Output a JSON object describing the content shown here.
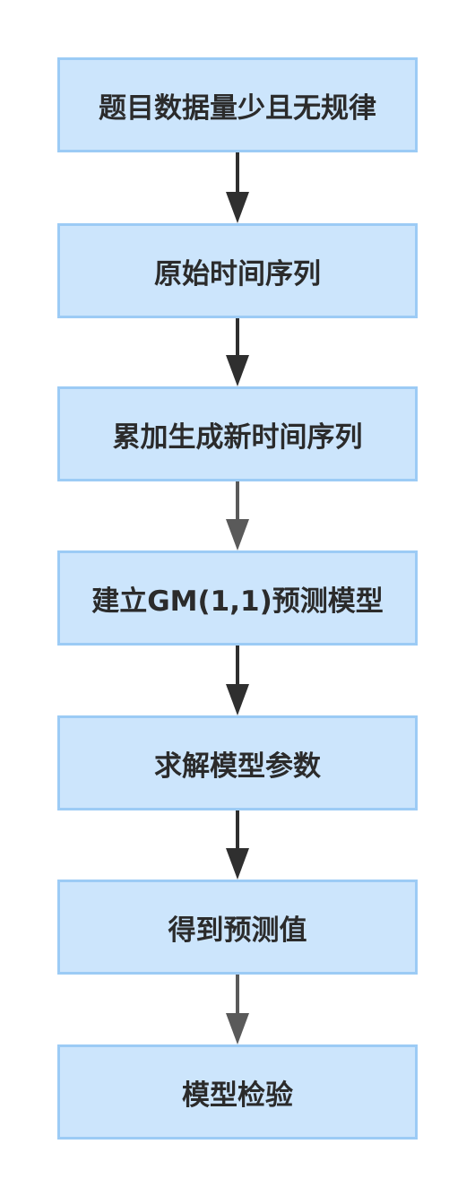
{
  "flowchart": {
    "steps": [
      {
        "label": "题目数据量少且无规律"
      },
      {
        "label": "原始时间序列"
      },
      {
        "label": "累加生成新时间序列"
      },
      {
        "label": "建立GM(1,1)预测模型"
      },
      {
        "label": "求解模型参数"
      },
      {
        "label": "得到预测值"
      },
      {
        "label": "模型检验"
      }
    ],
    "colors": {
      "box_fill": "#cce5fc",
      "box_border": "#9ccbf5",
      "text": "#2b2b2b",
      "arrow_dark": "#2f2f2f",
      "arrow_gray": "#5a5a5a"
    }
  }
}
